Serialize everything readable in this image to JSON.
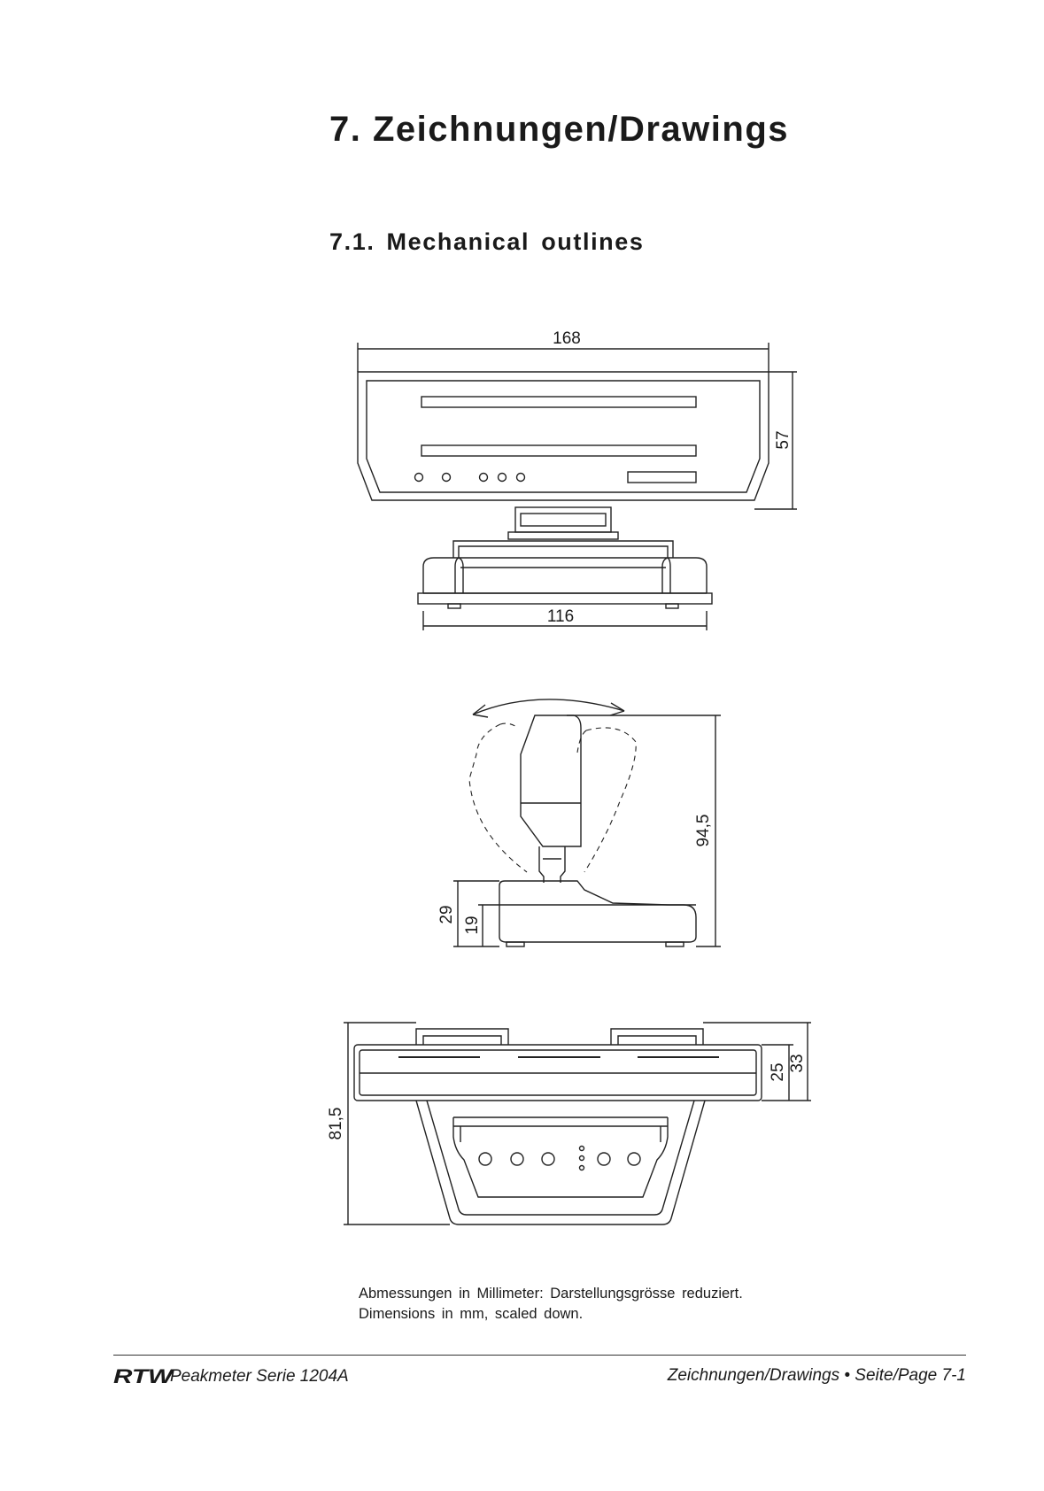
{
  "heading": "7. Zeichnungen/Drawings",
  "subheading": "7.1. Mechanical outlines",
  "dimensions": {
    "front_width": "168",
    "front_height": "57",
    "base_width": "116",
    "side_height": "94,5",
    "base_height_outer": "29",
    "base_height_inner": "19",
    "top_depth": "81,5",
    "top_front_inner": "25",
    "top_front_outer": "33"
  },
  "note": {
    "line_de": "Abmessungen in Millimeter: Darstellungsgrösse reduziert.",
    "line_en": "Dimensions in mm, scaled down."
  },
  "footer": {
    "logo": "RTW",
    "product": "Peakmeter Serie 1204A",
    "page": "Zeichnungen/Drawings • Seite/Page 7-1"
  }
}
